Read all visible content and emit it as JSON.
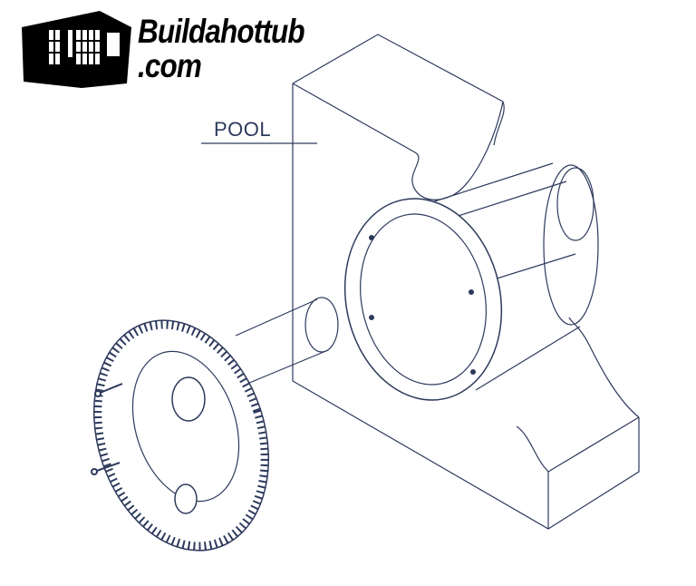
{
  "logo": {
    "line1": "Buildahottub",
    "line2": ".com"
  },
  "labels": {
    "pool": "POOL"
  },
  "colors": {
    "line": "#2d3a5c",
    "logo": "#000000"
  }
}
